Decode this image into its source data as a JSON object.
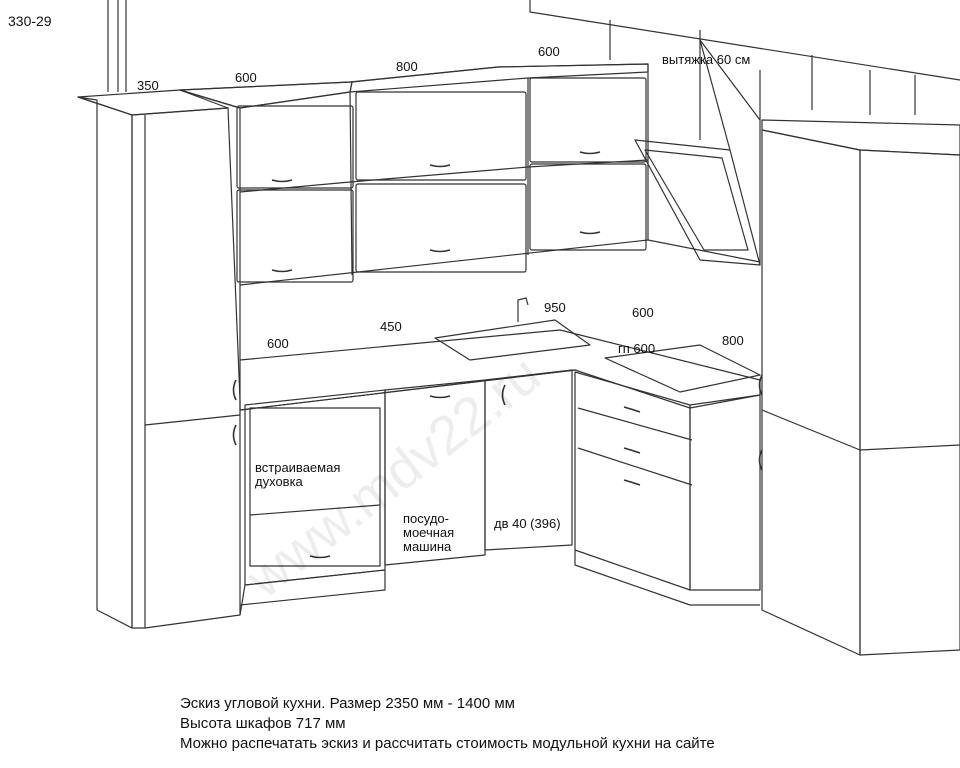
{
  "sketch_code": "330-29",
  "dimensions": {
    "tall_cabinet_depth": "350",
    "upper_left": "600",
    "upper_middle": "800",
    "upper_right": "600",
    "hood": "вытяжка 60 см",
    "counter_left": "600",
    "counter_middle": "450",
    "corner": "950",
    "counter_right": "600",
    "hob_section": "800",
    "hob": "гп 600"
  },
  "modules": {
    "oven": [
      "встраиваемая",
      "духовка"
    ],
    "dishwasher": [
      "посудо-",
      "моечная",
      "машина"
    ],
    "door_unit": "дв 40 (396)"
  },
  "watermark": "www.mdv22.ru",
  "caption": {
    "line1": "Эскиз угловой кухни. Размер 2350 мм - 1400 мм",
    "line2": "Высота шкафов 717 мм",
    "line3": "Можно распечатать эскиз и рассчитать стоимость модульной кухни на сайте"
  }
}
